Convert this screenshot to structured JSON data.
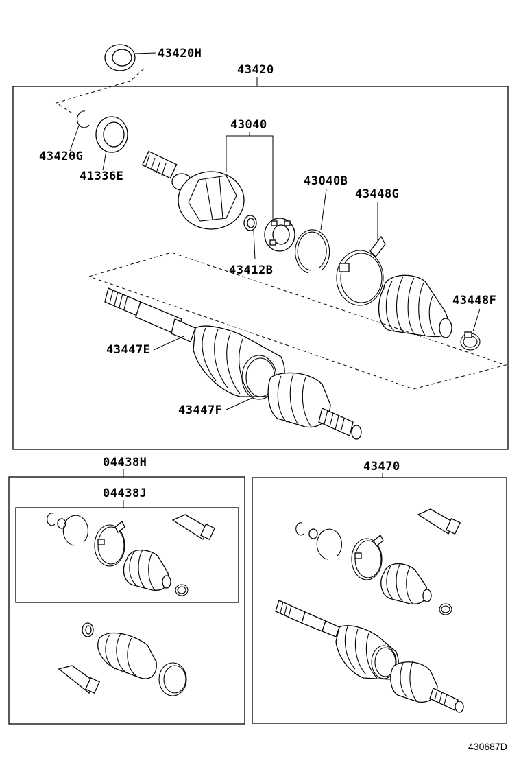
{
  "labels": {
    "p43420H": "43420H",
    "p43420": "43420",
    "p43420G": "43420G",
    "p41336E": "41336E",
    "p43040": "43040",
    "p43040B": "43040B",
    "p43448G": "43448G",
    "p43412B": "43412B",
    "p43448F": "43448F",
    "p43447E": "43447E",
    "p43447F": "43447F",
    "p04438H": "04438H",
    "p04438J": "04438J",
    "p43470": "43470"
  },
  "diagram_code": "430687D",
  "icons": {
    "seal": "seal-icon",
    "snap_ring": "snap-ring-icon",
    "outboard_joint": "outboard-joint-icon",
    "bearing_cage": "bearing-cage-icon",
    "boot_clamp": "boot-clamp-icon",
    "boot": "boot-icon",
    "drive_shaft": "drive-shaft-icon",
    "grease_tube": "grease-tube-icon"
  }
}
